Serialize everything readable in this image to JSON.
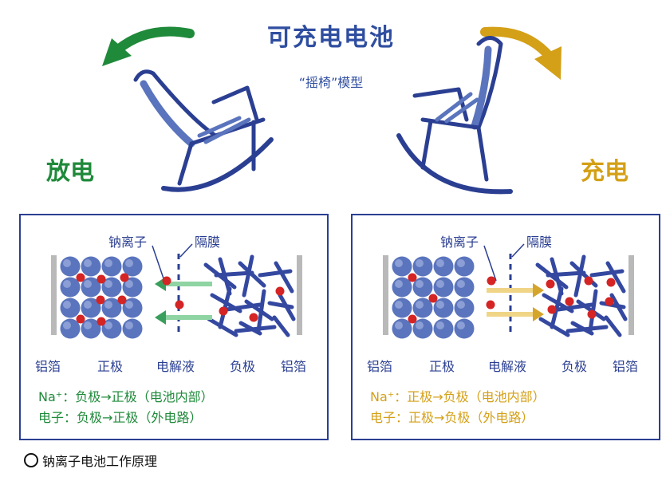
{
  "title": "可充电电池",
  "subtitle": "“摇椅”模型",
  "discharge": {
    "mode": "放电",
    "color": "#1f8a3a",
    "labels": {
      "ion": "钠离子",
      "separator": "隔膜",
      "foil_left": "铝箔",
      "cathode": "正极",
      "electrolyte": "电解液",
      "anode": "负极",
      "foil_right": "铝箔"
    },
    "na_line": {
      "prefix": "Na⁺：",
      "text": "负极→正极（电池内部）"
    },
    "e_line": {
      "prefix": "电子：",
      "text": "负极→正极（外电路）"
    }
  },
  "charge": {
    "mode": "充电",
    "color": "#d4a017",
    "labels": {
      "ion": "钠离子",
      "separator": "隔膜",
      "foil_left": "铝箔",
      "cathode": "正极",
      "electrolyte": "电解液",
      "anode": "负极",
      "foil_right": "铝箔"
    },
    "na_line": {
      "prefix": "Na⁺：",
      "text": "正极→负极（电池内部）"
    },
    "e_line": {
      "prefix": "电子：",
      "text": "正极→负极（外电路）"
    }
  },
  "caption": "钠离子电池工作原理",
  "colors": {
    "navy": "#2b3f92",
    "ion": "#d42424",
    "sphere": "#5a74bd",
    "arrow_discharge": "#3a9e5c",
    "arrow_charge": "#d4a52a"
  }
}
